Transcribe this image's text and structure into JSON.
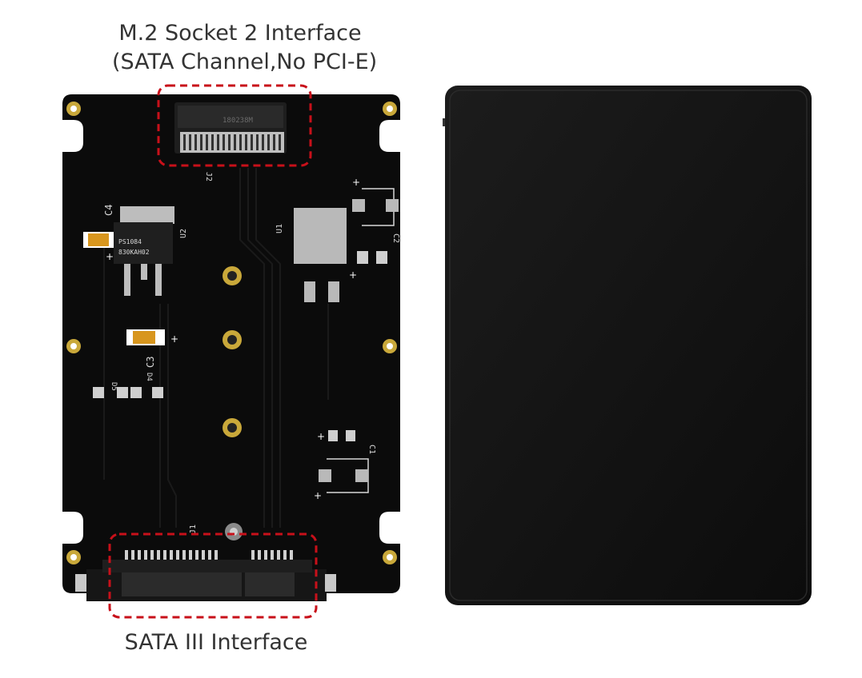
{
  "labels": {
    "top_line1": "M.2 Socket 2 Interface",
    "top_line2": "(SATA Channel,No PCI-E)",
    "bottom": "SATA III Interface"
  },
  "silkscreen": {
    "c4": "C4",
    "u2": "U2",
    "u1": "U1",
    "c2": "C2",
    "c3": "C3",
    "d5": "D5",
    "d4": "D4",
    "c1": "C1",
    "j2": "J2",
    "j1": "J1",
    "regulator_text_1": "PS1084",
    "regulator_text_2": "830KAH02",
    "socket_text": "180238M"
  },
  "colors": {
    "pcb": "#0b0b0b",
    "enclosure": "#141414",
    "highlight_dash": "#c8101a",
    "gold": "#c9a83a"
  }
}
